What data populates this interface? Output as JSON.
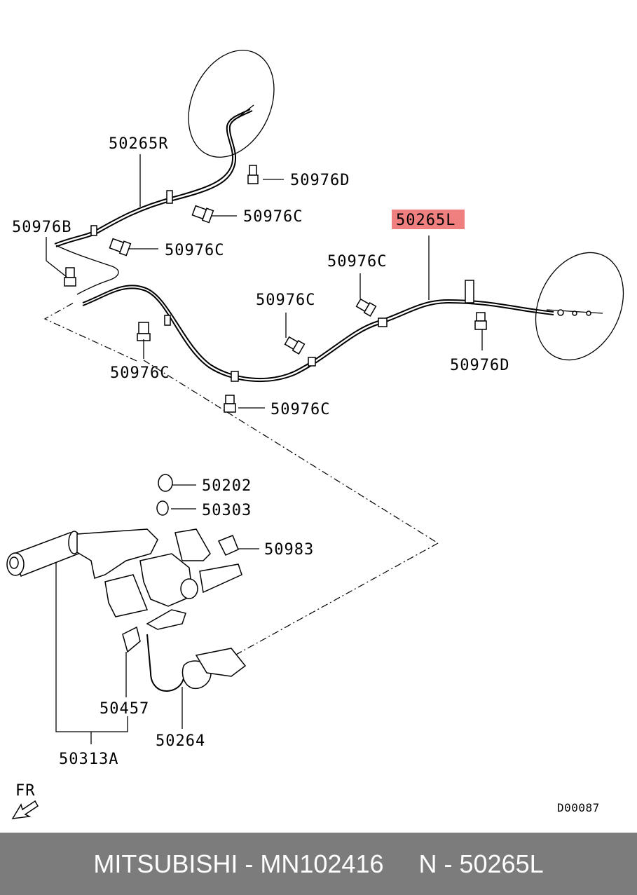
{
  "labels": {
    "l_50265R": "50265R",
    "l_50976D_top": "50976D",
    "l_50976C_top": "50976C",
    "l_50976B": "50976B",
    "l_50976C_left": "50976C",
    "l_50265L": "50265L",
    "l_50976C_mid1": "50976C",
    "l_50976C_mid2": "50976C",
    "l_50976D_right": "50976D",
    "l_50976C_lower": "50976C",
    "l_50976C_bottom": "50976C",
    "l_50202": "50202",
    "l_50303": "50303",
    "l_50983": "50983",
    "l_50457": "50457",
    "l_50264": "50264",
    "l_50313A": "50313A",
    "fr": "FR",
    "diagram_code": "D00087"
  },
  "highlight_color": "#f08080",
  "footer": {
    "text": "MITSUBISHI - MN102416     N - 50265L"
  }
}
